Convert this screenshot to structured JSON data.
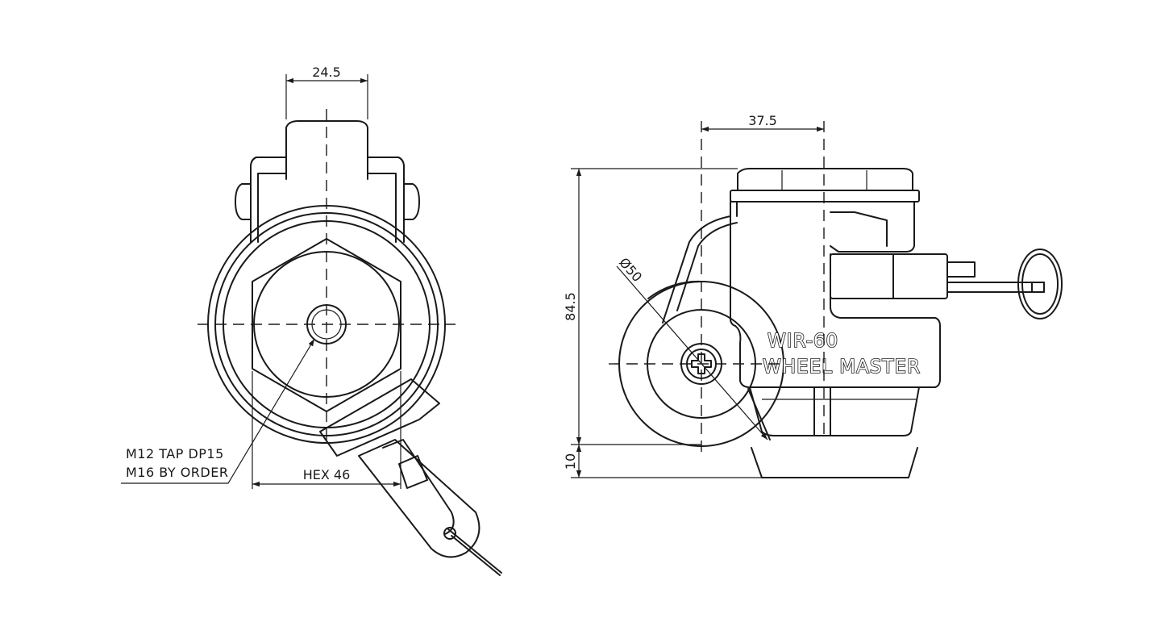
{
  "dimensions": {
    "top_width": "24.5",
    "hex": "HEX 46",
    "side_width": "37.5",
    "height": "84.5",
    "wheel_diameter": "Ø50",
    "base_gap": "10"
  },
  "notes": {
    "tap_line1": "M12 TAP DP15",
    "tap_line2": "M16 BY ORDER"
  },
  "branding": {
    "model": "WIR-60",
    "name": "WHEEL MASTER"
  },
  "colors": {
    "line": "#1a1a1a",
    "background": "#ffffff"
  }
}
